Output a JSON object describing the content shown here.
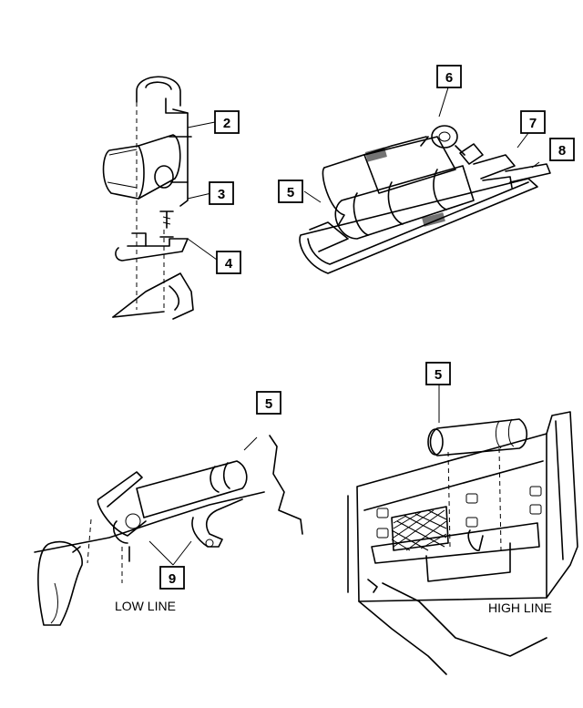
{
  "callouts": {
    "c2": "2",
    "c3": "3",
    "c4": "4",
    "c5a": "5",
    "c6": "6",
    "c7": "7",
    "c8": "8",
    "c5b": "5",
    "c9": "9",
    "c5c": "5"
  },
  "captions": {
    "low_line": "LOW LINE",
    "high_line": "HIGH LINE"
  }
}
